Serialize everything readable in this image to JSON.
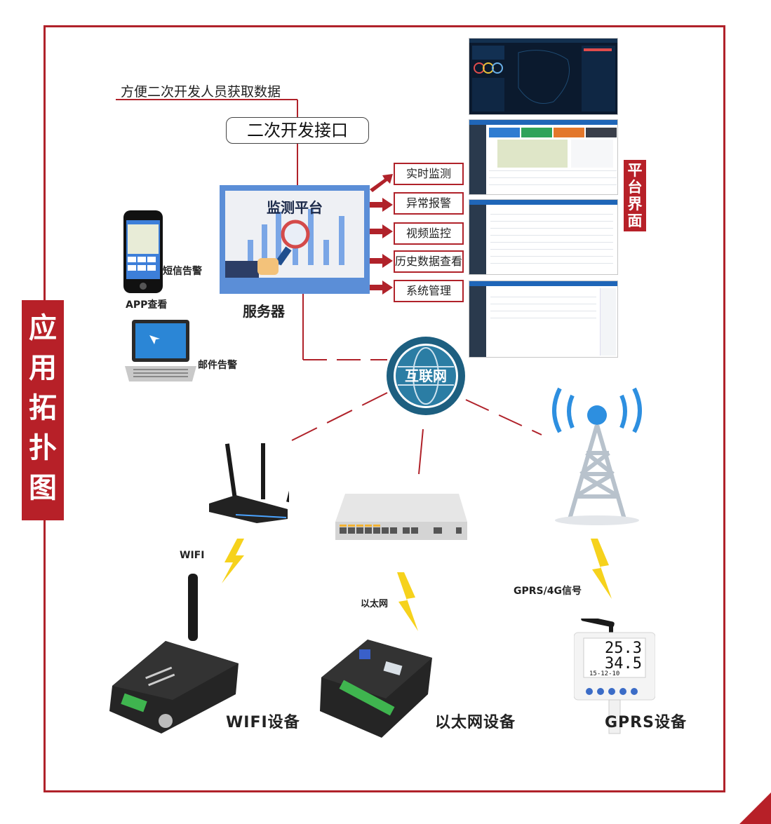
{
  "side_title": [
    "应",
    "用",
    "拓",
    "扑",
    "图"
  ],
  "platform_tag": [
    "平",
    "台",
    "界",
    "面"
  ],
  "dev_api": {
    "note": "方便二次开发人员获取数据",
    "box_label": "二次开发接口"
  },
  "server": {
    "title": "监测平台",
    "caption": "服务器"
  },
  "features": [
    "实时监测",
    "异常报警",
    "视频监控",
    "历史数据查看",
    "系统管理"
  ],
  "clients": {
    "sms": "短信告警",
    "app": "APP查看",
    "email": "邮件告警"
  },
  "internet": "互联网",
  "links": {
    "wifi": "WIFI",
    "ethernet": "以太网",
    "gprs": "GPRS/4G信号"
  },
  "devices": {
    "wifi": "WIFI设备",
    "ethernet": "以太网设备",
    "gprs": "GPRS设备",
    "gprs_screen_temp": "25.3",
    "gprs_screen_hum": "34.5",
    "gprs_screen_date": "15-12-10"
  },
  "colors": {
    "accent_red": "#b72028",
    "server_blue": "#5b8ed7",
    "globe_teal": "#1d5f80",
    "lightning_yellow": "#f6d21c"
  }
}
